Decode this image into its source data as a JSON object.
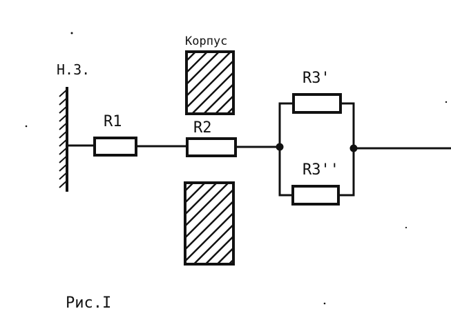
{
  "labels": {
    "ground": "Н.З.",
    "housing": "Корпус",
    "r1": "R1",
    "r2": "R2",
    "r3_top": "R3'",
    "r3_bottom": "R3''",
    "caption": "Рис.I"
  },
  "colors": {
    "ink": "#111111",
    "paper": "#ffffff"
  }
}
